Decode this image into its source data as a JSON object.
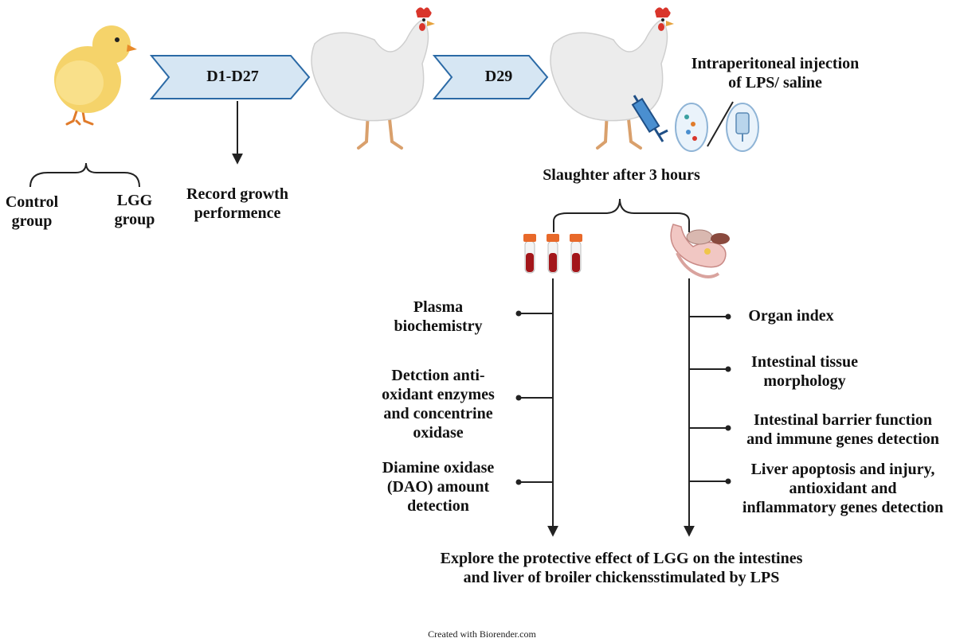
{
  "timeline": {
    "step1_label": "D1-D27",
    "step2_label": "D29"
  },
  "groups": {
    "control_line1": "Control",
    "control_line2": "group",
    "lgg_line1": "LGG",
    "lgg_line2": "group"
  },
  "growth": {
    "line1": "Record growth",
    "line2": "performence"
  },
  "injection": {
    "line1": "Intraperitoneal injection",
    "line2": "of LPS/ saline"
  },
  "slaughter": "Slaughter after 3 hours",
  "left_branch": [
    [
      "Plasma",
      "biochemistry"
    ],
    [
      "Detction anti-",
      "oxidant enzymes",
      "and concentrine",
      "oxidase"
    ],
    [
      "Diamine oxidase",
      "(DAO) amount",
      "detection"
    ]
  ],
  "right_branch": [
    [
      "Organ index"
    ],
    [
      "Intestinal tissue",
      "morphology"
    ],
    [
      "Intestinal barrier function",
      "and immune genes detection"
    ],
    [
      "Liver apoptosis and injury,",
      "antioxidant and",
      "inflammatory genes detection"
    ]
  ],
  "conclusion": {
    "line1": "Explore the protective effect of LGG on the intestines",
    "line2": "and liver of broiler chickensstimulated by LPS"
  },
  "credit": "Created with Biorender.com",
  "colors": {
    "arrow_fill": "#d6e6f3",
    "arrow_stroke": "#2b6aa6",
    "chick": "#f5d36a",
    "hen_body": "#ececec",
    "comb": "#d9352b",
    "blood": "#a3161a",
    "tube_cap": "#e8692a",
    "line": "#222222"
  },
  "icons": [
    "chick-icon",
    "hen-icon",
    "syringe-icon",
    "lps-vial-icon",
    "saline-bag-icon",
    "blood-tube-icon",
    "organ-icon"
  ]
}
